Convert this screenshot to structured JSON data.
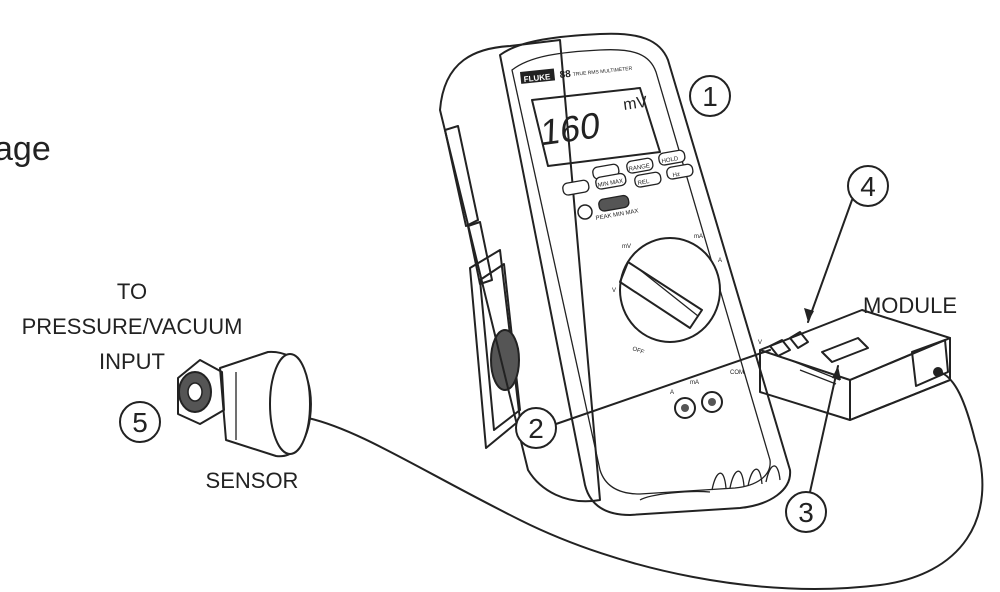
{
  "labels": {
    "cropped_text": "age",
    "to_line1": "TO",
    "to_line2": "PRESSURE/VACUUM",
    "to_line3": "INPUT",
    "sensor": "SENSOR",
    "module": "MODULE"
  },
  "callouts": [
    "1",
    "2",
    "3",
    "4",
    "5"
  ],
  "meter": {
    "brand": "FLUKE",
    "model": "88",
    "model_subtitle": "TRUE RMS MULTIMETER",
    "display_value": "160",
    "display_unit": "mV",
    "buttons": [
      "MIN MAX",
      "RANGE",
      "HOLD",
      "REL",
      "Hz"
    ],
    "peak_label": "PEAK MIN MAX",
    "dial_labels": [
      "OFF",
      "V",
      "mV",
      "mA",
      "A"
    ],
    "jack_labels": [
      "A",
      "mA",
      "COM",
      "V"
    ]
  },
  "colors": {
    "ink": "#222222",
    "background": "#ffffff",
    "shade": "#9a9a9a",
    "light_shade": "#d9d9d9"
  },
  "icons": [
    "multimeter-icon",
    "sensor-icon",
    "module-icon",
    "cable-icon"
  ]
}
